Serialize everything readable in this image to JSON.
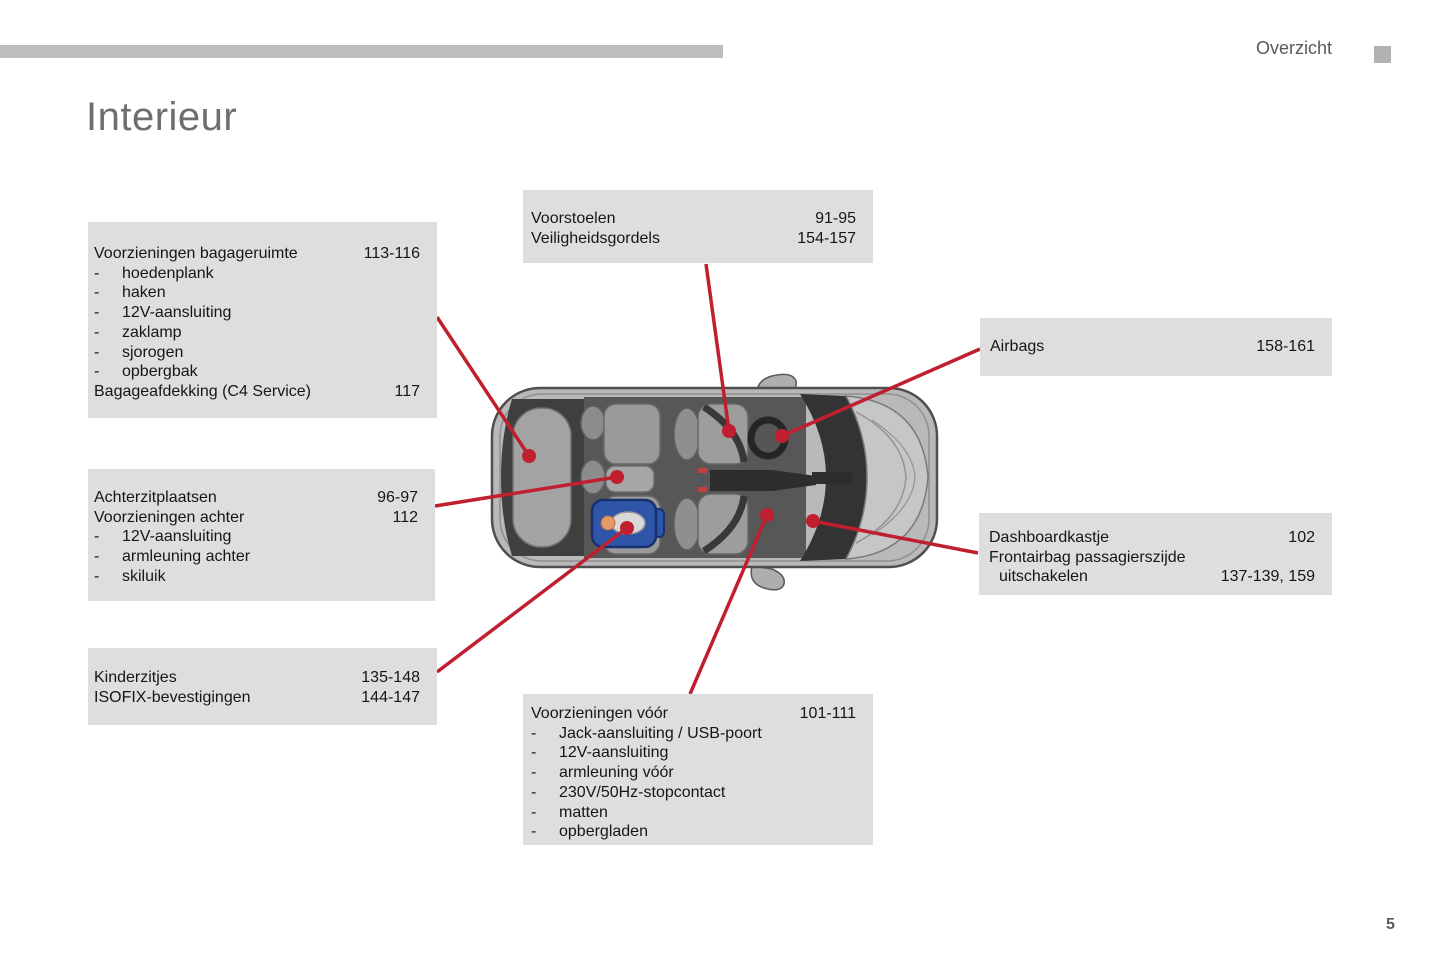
{
  "header": {
    "section_label": "Overzicht"
  },
  "title": "Interieur",
  "page_number": "5",
  "colors": {
    "accent_red": "#c01f30",
    "callout_box_bg": "#dedede",
    "top_bar_gray": "#bdbdbd",
    "title_gray": "#6e6e6e",
    "child_seat_blue": "#2f55a8"
  },
  "callouts": {
    "bagageruimte": {
      "rows": [
        {
          "label": "Voorzieningen bagageruimte",
          "pages": "113-116"
        },
        {
          "dash": "-",
          "label": "hoedenplank",
          "pages": ""
        },
        {
          "dash": "-",
          "label": "haken",
          "pages": ""
        },
        {
          "dash": "-",
          "label": "12V-aansluiting",
          "pages": ""
        },
        {
          "dash": "-",
          "label": "zaklamp",
          "pages": ""
        },
        {
          "dash": "-",
          "label": "sjorogen",
          "pages": ""
        },
        {
          "dash": "-",
          "label": "opbergbak",
          "pages": ""
        },
        {
          "label": "Bagageafdekking (C4 Service)",
          "pages": "117"
        }
      ]
    },
    "achterzitplaatsen": {
      "rows": [
        {
          "label": "Achterzitplaatsen",
          "pages": "96-97"
        },
        {
          "label": "Voorzieningen achter",
          "pages": "112"
        },
        {
          "dash": "-",
          "label": "12V-aansluiting",
          "pages": ""
        },
        {
          "dash": "-",
          "label": "armleuning achter",
          "pages": ""
        },
        {
          "dash": "-",
          "label": "skiluik",
          "pages": ""
        }
      ]
    },
    "kinderzitjes": {
      "rows": [
        {
          "label": "Kinderzitjes",
          "pages": "135-148"
        },
        {
          "label": "ISOFIX-bevestigingen",
          "pages": "144-147"
        }
      ]
    },
    "voorstoelen": {
      "rows": [
        {
          "label": "Voorstoelen",
          "pages": "91-95"
        },
        {
          "label": "Veiligheidsgordels",
          "pages": "154-157"
        }
      ]
    },
    "voorzieningen_voor": {
      "rows": [
        {
          "label": "Voorzieningen vóór",
          "pages": "101-111"
        },
        {
          "dash": "-",
          "label": "Jack-aansluiting / USB-poort",
          "pages": ""
        },
        {
          "dash": "-",
          "label": "12V-aansluiting",
          "pages": ""
        },
        {
          "dash": "-",
          "label": "armleuning vóór",
          "pages": ""
        },
        {
          "dash": "-",
          "label": "230V/50Hz-stopcontact",
          "pages": ""
        },
        {
          "dash": "-",
          "label": "matten",
          "pages": ""
        },
        {
          "dash": "-",
          "label": "opbergladen",
          "pages": ""
        }
      ]
    },
    "airbags": {
      "rows": [
        {
          "label": "Airbags",
          "pages": "158-161"
        }
      ]
    },
    "dashboardkastje": {
      "rows": [
        {
          "label": "Dashboardkastje",
          "pages": "102"
        },
        {
          "label": "Frontairbag passagierszijde",
          "pages": ""
        },
        {
          "label": "uitschakelen",
          "pages": "137-139, 159",
          "indent": true
        }
      ]
    }
  }
}
